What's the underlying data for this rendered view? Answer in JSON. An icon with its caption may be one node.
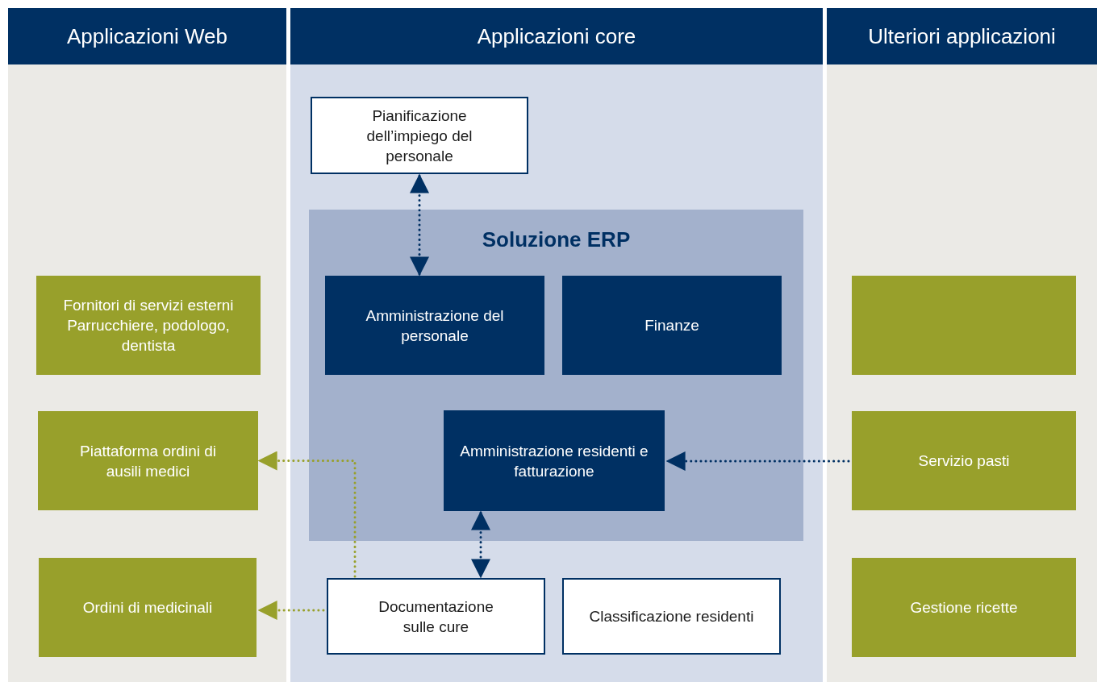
{
  "diagram": {
    "nodes": [
      {
        "text": [
          "Applicazioni Web"
        ]
      },
      {
        "text": [
          "Applicazioni core"
        ]
      },
      {
        "text": [
          "Ulteriori applicazioni"
        ]
      },
      {
        "text": [
          "Pianificazione dell’impiego del personale"
        ],
        "in": 1
      },
      {
        "text": [
          "Soluzione ERP"
        ],
        "in": 1
      },
      {
        "text": [
          "Amministrazione del personale"
        ],
        "in": 4
      },
      {
        "text": [
          "Finanze"
        ],
        "in": 4
      },
      {
        "text": [
          "Amministrazione residenti e fatturazione"
        ],
        "in": 4
      },
      {
        "text": [
          "Documentazione sulle cure"
        ],
        "in": 1
      },
      {
        "text": [
          "Classificazione residenti"
        ],
        "in": 1
      },
      {
        "text": [
          "Fornitori di servizi esterni Parrucchiere, podologo, dentista"
        ],
        "in": 0
      },
      {
        "text": [
          "Piattaforma ordini di ausili medici"
        ],
        "in": 0
      },
      {
        "text": [
          "Ordini di medicinali"
        ],
        "in": 0
      },
      {
        "text": [],
        "shape": "box",
        "in": 2
      },
      {
        "text": [
          "Servizio pasti"
        ],
        "in": 2
      },
      {
        "text": [
          "Gestione ricette"
        ],
        "in": 2
      }
    ],
    "edges": [
      {
        "from": 3,
        "to": 5,
        "arrow": "both",
        "style": "dashed"
      },
      {
        "from": 7,
        "to": 8,
        "arrow": "both",
        "style": "dashed"
      },
      {
        "from": 14,
        "to": 7,
        "arrow": "to",
        "style": "dashed"
      },
      {
        "from": 8,
        "to": 11,
        "arrow": "to",
        "style": "dashed",
        "color": "#98a02b"
      },
      {
        "from": 8,
        "to": 12,
        "arrow": "to",
        "style": "dashed",
        "color": "#98a02b"
      }
    ]
  }
}
